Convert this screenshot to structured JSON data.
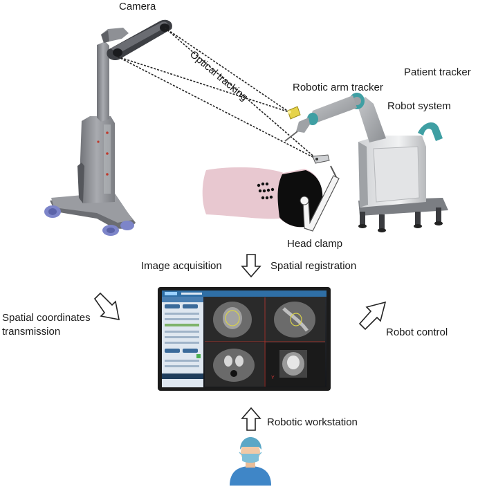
{
  "labels": {
    "camera": "Camera",
    "optical_tracking": "Optical tracking",
    "patient_tracker": "Patient tracker",
    "robotic_arm_tracker": "Robotic arm tracker",
    "robot_system": "Robot system",
    "head_clamp": "Head clamp",
    "image_acquisition": "Image acquisition",
    "spatial_registration": "Spatial registration",
    "spatial_coordinates_line1": "Spatial coordinates",
    "spatial_coordinates_line2": "transmission",
    "robot_control": "Robot control",
    "robotic_workstation": "Robotic workstation"
  },
  "colors": {
    "camera_body": "#8d8f93",
    "camera_dark": "#3d3f44",
    "wheel_blue": "#7d85c9",
    "robot_teal": "#3f9fa3",
    "robot_gray": "#a3a6ab",
    "head_pink": "#e8c8d0",
    "head_black": "#0d0d0d",
    "monitor_frame": "#1b1b1b",
    "person_blue": "#3f86c7",
    "person_skin": "#f1c9a6",
    "person_cap": "#5aa7c6"
  },
  "icons": [
    "camera-cart",
    "head-silhouette",
    "robot-arm",
    "monitor",
    "surgeon-avatar",
    "outline-arrow"
  ]
}
